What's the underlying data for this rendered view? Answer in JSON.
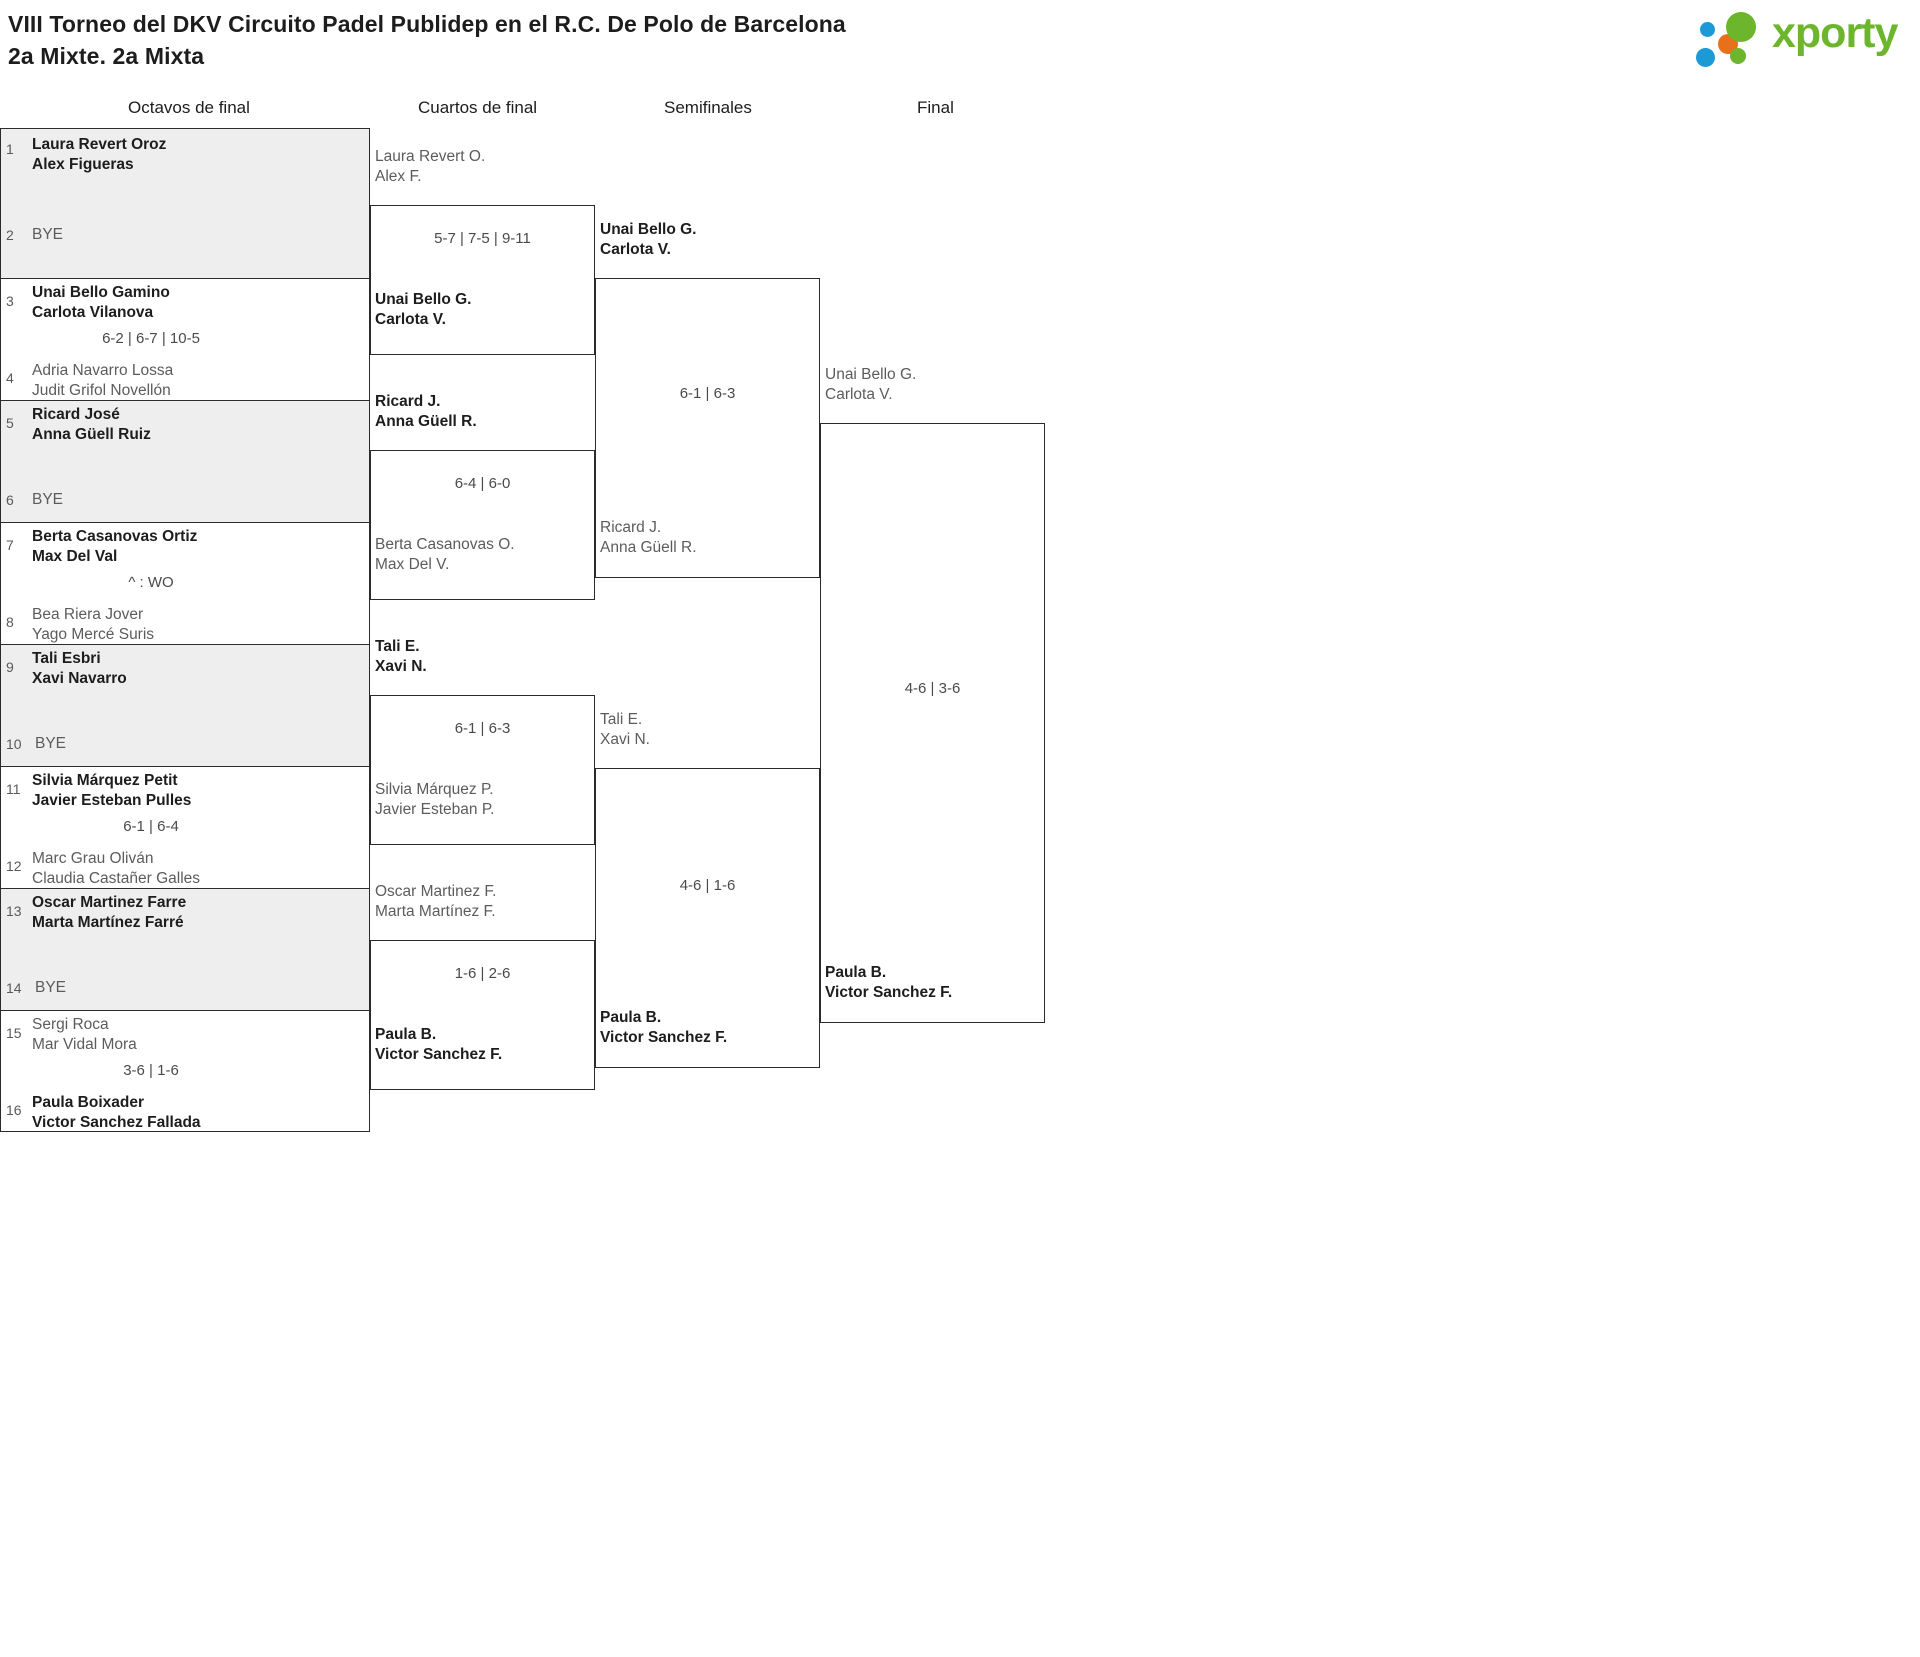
{
  "header": {
    "title_line1": "VIII Torneo del DKV Circuito Padel Publidep en el R.C. De Polo de Barcelona",
    "title_line2": "2a Mixte. 2a Mixta",
    "logo_text": "xporty",
    "logo_colors": {
      "green": "#6cb52d",
      "blue": "#1b9ad6",
      "orange": "#e8701a"
    }
  },
  "rounds": [
    {
      "label": "Octavos de final"
    },
    {
      "label": "Cuartos de final"
    },
    {
      "label": "Semifinales"
    },
    {
      "label": "Final"
    }
  ],
  "round1": [
    {
      "seed_a": "1",
      "seed_b": "2",
      "team_a_l1": "Laura Revert Oroz",
      "team_a_l2": "Alex Figueras",
      "team_b_l1": "BYE",
      "team_b_l2": "",
      "score": "",
      "winner": "a",
      "bye": true,
      "shaded": true
    },
    {
      "seed_a": "3",
      "seed_b": "4",
      "team_a_l1": "Unai Bello Gamino",
      "team_a_l2": "Carlota Vilanova",
      "team_b_l1": "Adria Navarro Lossa",
      "team_b_l2": "Judit Grifol Novellón",
      "score": "6-2 | 6-7 | 10-5",
      "winner": "a",
      "bye": false,
      "shaded": false
    },
    {
      "seed_a": "5",
      "seed_b": "6",
      "team_a_l1": "Ricard José",
      "team_a_l2": "Anna Güell Ruiz",
      "team_b_l1": "BYE",
      "team_b_l2": "",
      "score": "",
      "winner": "a",
      "bye": true,
      "shaded": true
    },
    {
      "seed_a": "7",
      "seed_b": "8",
      "team_a_l1": "Berta Casanovas Ortiz",
      "team_a_l2": "Max Del Val",
      "team_b_l1": "Bea Riera Jover",
      "team_b_l2": "Yago Mercé Suris",
      "score": "^ : WO",
      "winner": "a",
      "bye": false,
      "shaded": false
    },
    {
      "seed_a": "9",
      "seed_b": "10",
      "team_a_l1": "Tali Esbri",
      "team_a_l2": "Xavi Navarro",
      "team_b_l1": "BYE",
      "team_b_l2": "",
      "score": "",
      "winner": "a",
      "bye": true,
      "shaded": true
    },
    {
      "seed_a": "11",
      "seed_b": "12",
      "team_a_l1": "Silvia Márquez Petit",
      "team_a_l2": "Javier Esteban Pulles",
      "team_b_l1": "Marc Grau Oliván",
      "team_b_l2": "Claudia Castañer Galles",
      "score": "6-1 | 6-4",
      "winner": "a",
      "bye": false,
      "shaded": false
    },
    {
      "seed_a": "13",
      "seed_b": "14",
      "team_a_l1": "Oscar Martinez Farre",
      "team_a_l2": "Marta Martínez Farré",
      "team_b_l1": "BYE",
      "team_b_l2": "",
      "score": "",
      "winner": "a",
      "bye": true,
      "shaded": true
    },
    {
      "seed_a": "15",
      "seed_b": "16",
      "team_a_l1": "Sergi Roca",
      "team_a_l2": "Mar Vidal Mora",
      "team_b_l1": "Paula Boixader",
      "team_b_l2": "Victor Sanchez Fallada",
      "score": "3-6 | 1-6",
      "winner": "b",
      "bye": false,
      "shaded": false
    }
  ],
  "round2": [
    {
      "top_l1": "Laura Revert O.",
      "top_l2": "Alex F.",
      "top_win": false,
      "bot_l1": "Unai Bello G.",
      "bot_l2": "Carlota V.",
      "bot_win": true,
      "score": "5-7 | 7-5 | 9-11"
    },
    {
      "top_l1": "Ricard J.",
      "top_l2": "Anna Güell R.",
      "top_win": true,
      "bot_l1": "Berta Casanovas O.",
      "bot_l2": "Max Del V.",
      "bot_win": false,
      "score": "6-4 | 6-0"
    },
    {
      "top_l1": "Tali E.",
      "top_l2": "Xavi N.",
      "top_win": true,
      "bot_l1": "Silvia Márquez P.",
      "bot_l2": "Javier Esteban P.",
      "bot_win": false,
      "score": "6-1 | 6-3"
    },
    {
      "top_l1": "Oscar Martinez F.",
      "top_l2": "Marta Martínez F.",
      "top_win": false,
      "bot_l1": "Paula B.",
      "bot_l2": "Victor Sanchez F.",
      "bot_win": true,
      "score": "1-6 | 2-6"
    }
  ],
  "round3": [
    {
      "top_l1": "Unai Bello G.",
      "top_l2": "Carlota V.",
      "top_win": true,
      "bot_l1": "Ricard J.",
      "bot_l2": "Anna Güell R.",
      "bot_win": false,
      "score": "6-1 | 6-3"
    },
    {
      "top_l1": "Tali E.",
      "top_l2": "Xavi N.",
      "top_win": false,
      "bot_l1": "Paula B.",
      "bot_l2": "Victor Sanchez F.",
      "bot_win": true,
      "score": "4-6 | 1-6"
    }
  ],
  "round4": [
    {
      "top_l1": "Unai Bello G.",
      "top_l2": "Carlota V.",
      "top_win": false,
      "bot_l1": "Paula B.",
      "bot_l2": "Victor Sanchez F.",
      "bot_win": true,
      "score": "4-6 | 3-6"
    }
  ],
  "champion": {
    "l1": "Paula B.",
    "l2": "Victor Sanchez F."
  }
}
